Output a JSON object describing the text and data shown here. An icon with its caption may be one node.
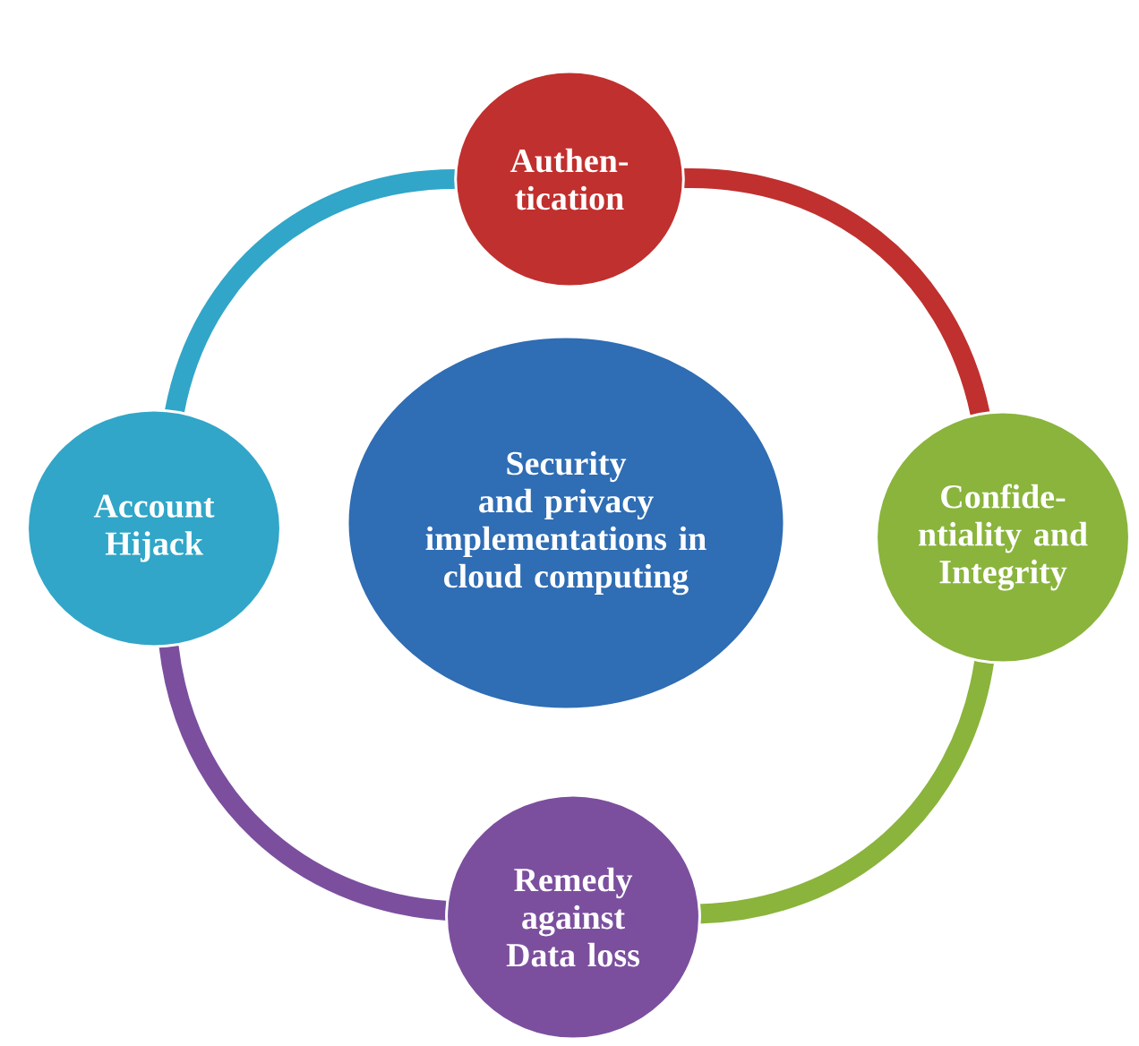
{
  "diagram": {
    "nodes": [
      {
        "text": [
          "Authen- tication"
        ]
      },
      {
        "text": [
          "Account Hijack"
        ]
      },
      {
        "text": [
          "Security and privacy implementations in cloud computing"
        ]
      },
      {
        "text": [
          "Confide- ntiality and Integrity"
        ]
      },
      {
        "text": [
          "Remedy against Data loss"
        ]
      }
    ],
    "edges": [
      {
        "from": 0,
        "to": 3,
        "arrow": "none",
        "color": "#c0302e"
      },
      {
        "from": 3,
        "to": 4,
        "arrow": "none",
        "color": "#8ab43c"
      },
      {
        "from": 4,
        "to": 1,
        "arrow": "none",
        "color": "#7b4f9e"
      },
      {
        "from": 1,
        "to": 0,
        "arrow": "none",
        "color": "#31a6c8"
      }
    ]
  }
}
